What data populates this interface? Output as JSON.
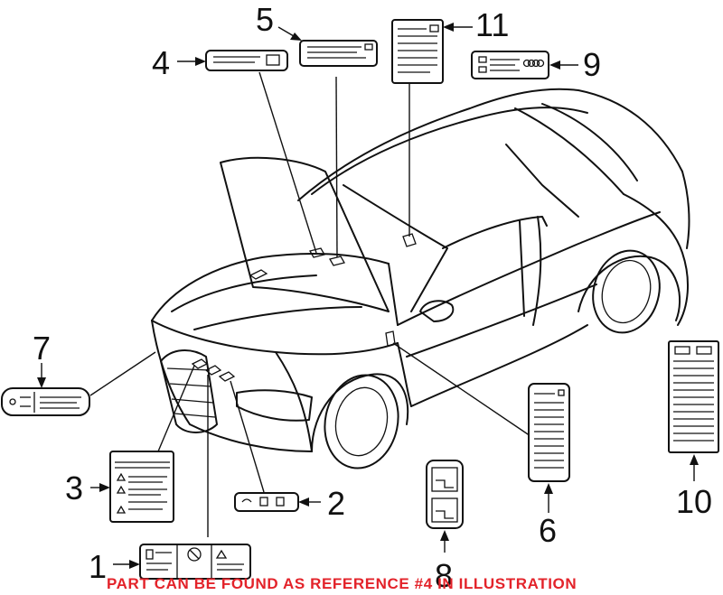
{
  "diagram": {
    "callouts": [
      {
        "id": "c1",
        "text": "1"
      },
      {
        "id": "c2",
        "text": "2"
      },
      {
        "id": "c3",
        "text": "3"
      },
      {
        "id": "c4",
        "text": "4"
      },
      {
        "id": "c5",
        "text": "5"
      },
      {
        "id": "c6",
        "text": "6"
      },
      {
        "id": "c7",
        "text": "7"
      },
      {
        "id": "c8",
        "text": "8"
      },
      {
        "id": "c9",
        "text": "9"
      },
      {
        "id": "c10",
        "text": "10"
      },
      {
        "id": "c11",
        "text": "11"
      }
    ],
    "banner": "PART CAN BE FOUND AS REFERENCE #4 IN ILLUSTRATION",
    "colors": {
      "line": "#111111",
      "banner": "#e3232a",
      "background": "#ffffff"
    }
  }
}
